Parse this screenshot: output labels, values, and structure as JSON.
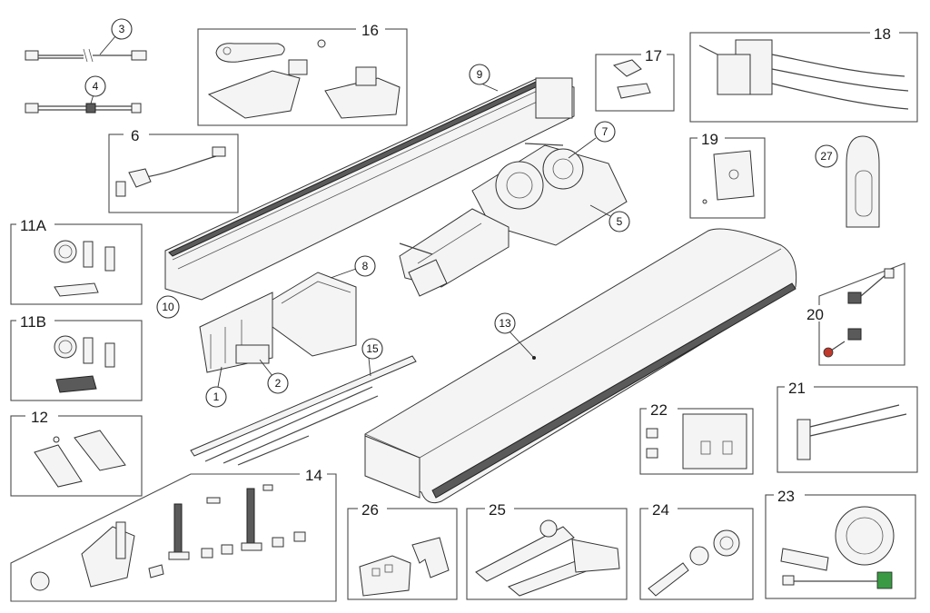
{
  "labels": {
    "p1": "1",
    "p2": "2",
    "p3": "3",
    "p4": "4",
    "p5": "5",
    "p6": "6",
    "p7": "7",
    "p8": "8",
    "p9": "9",
    "p10": "10",
    "p11a": "11A",
    "p11b": "11B",
    "p12": "12",
    "p13": "13",
    "p14": "14",
    "p15": "15",
    "p16": "16",
    "p17": "17",
    "p18": "18",
    "p19": "19",
    "p20": "20",
    "p21": "21",
    "p22": "22",
    "p23": "23",
    "p24": "24",
    "p25": "25",
    "p26": "26",
    "p27": "27"
  }
}
